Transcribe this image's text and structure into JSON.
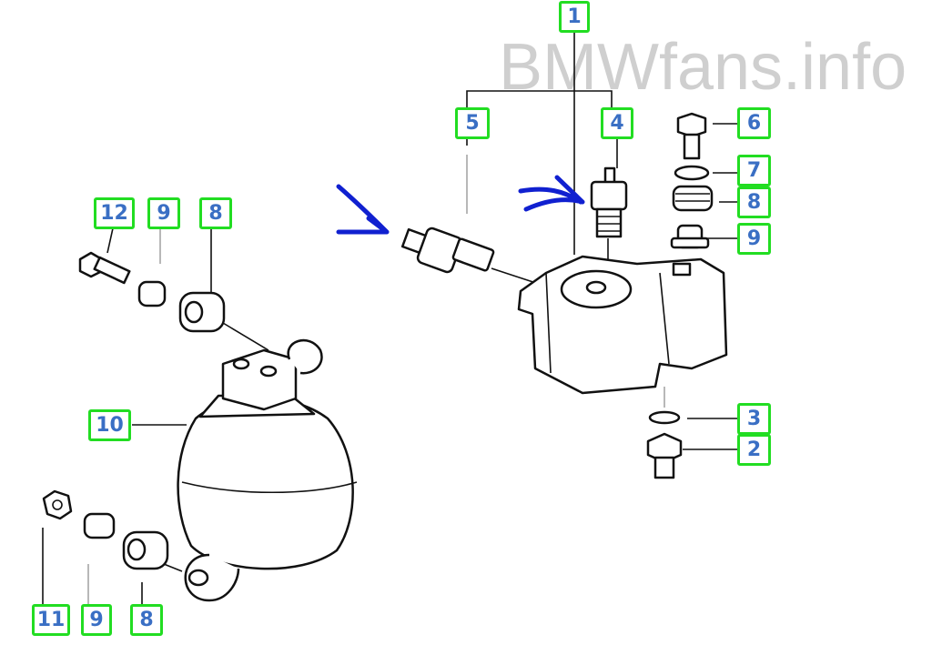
{
  "watermark": "BMWfans.info",
  "labels": {
    "l1": "1",
    "l5": "5",
    "l4": "4",
    "l6": "6",
    "l7": "7",
    "l8r": "8",
    "l9r": "9",
    "l3": "3",
    "l2": "2",
    "l12": "12",
    "l9a": "9",
    "l8a": "8",
    "l10": "10",
    "l11": "11",
    "l9b": "9",
    "l8b": "8"
  },
  "colors": {
    "label_border": "#22dd22",
    "label_text": "#3a6fc4",
    "arrow": "#1020d0"
  }
}
